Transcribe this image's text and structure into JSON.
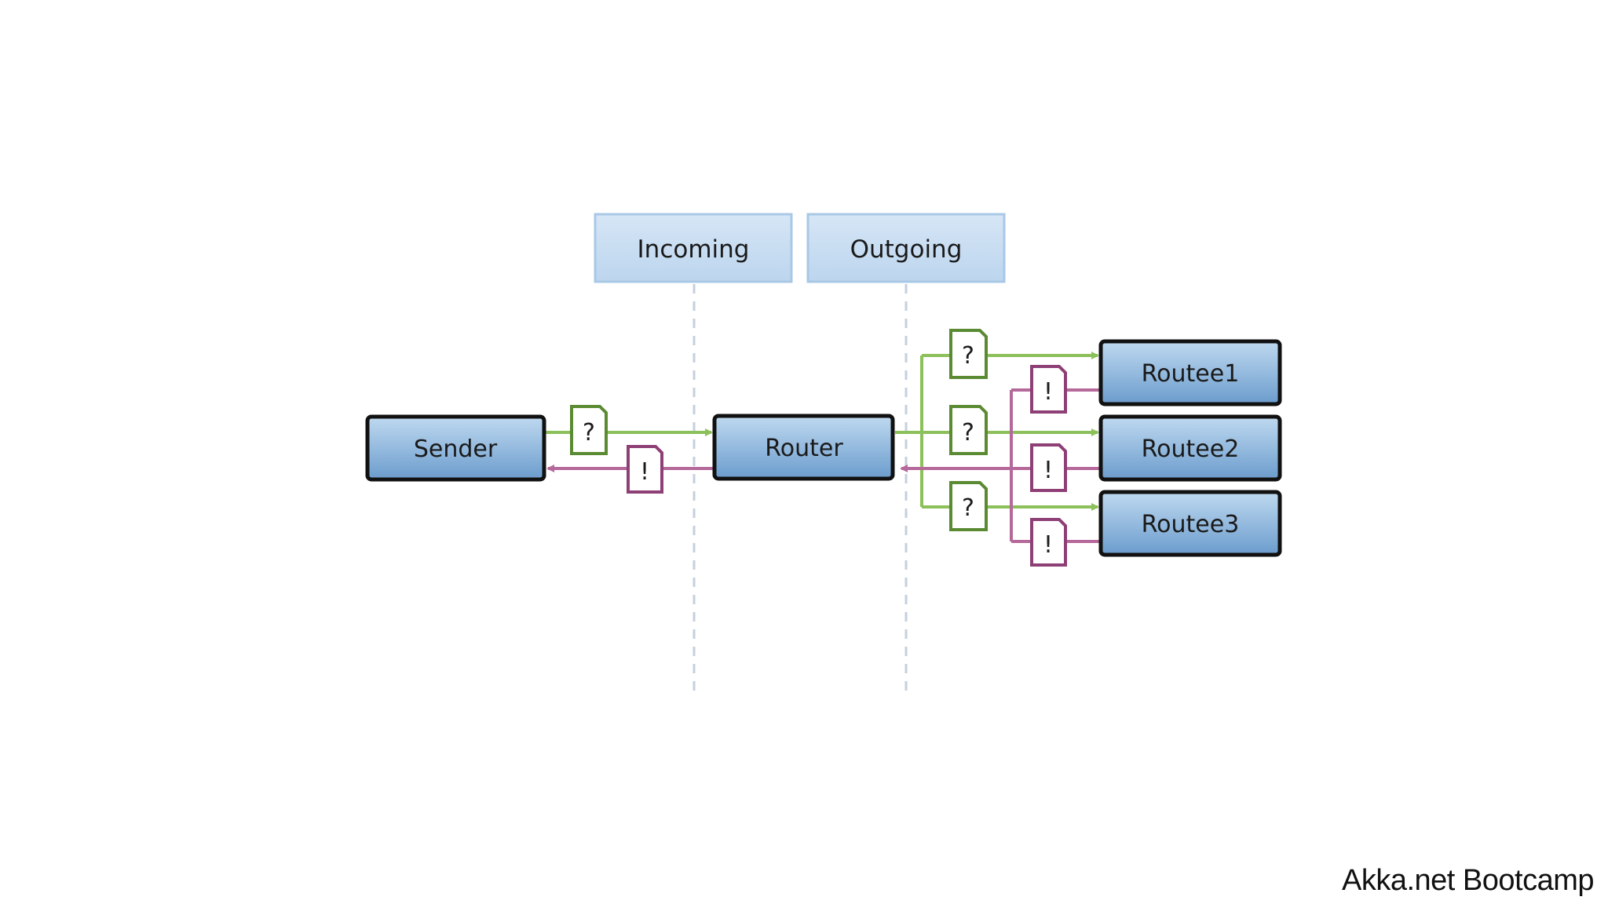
{
  "slide": {
    "footer": "Akka.net Bootcamp"
  },
  "diagram": {
    "phases": {
      "incoming": "Incoming",
      "outgoing": "Outgoing"
    },
    "actors": {
      "sender": "Sender",
      "router": "Router",
      "routee1": "Routee1",
      "routee2": "Routee2",
      "routee3": "Routee3"
    },
    "message_symbols": {
      "ask": "?",
      "tell": "!"
    },
    "colors": {
      "actor_fill_top": "#b9d5ee",
      "actor_fill_bottom": "#6f9fcf",
      "phase_fill": "#c6dcf2",
      "phase_border": "#9dc3e6",
      "ask_line": "#8cc05a",
      "ask_doc_border": "#5a8a32",
      "tell_line": "#b5689a",
      "tell_doc_border": "#8e3f75",
      "divider": "#c8d2e0"
    }
  }
}
